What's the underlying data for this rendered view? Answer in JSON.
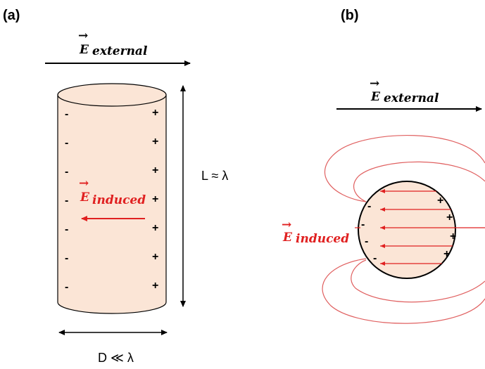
{
  "panel_a": {
    "label": "(a)",
    "external_field": {
      "vector_mark": "→",
      "symbol": "E",
      "subscript": "external"
    },
    "induced_field": {
      "vector_mark": "→",
      "symbol": "E",
      "subscript": "induced"
    },
    "length_label": "L ≈ λ",
    "diameter_label": "D ≪ λ",
    "negative_charge": "-",
    "positive_charge": "+"
  },
  "panel_b": {
    "label": "(b)",
    "external_field": {
      "vector_mark": "→",
      "symbol": "E",
      "subscript": "external"
    },
    "induced_field": {
      "vector_mark": "→",
      "symbol": "E",
      "subscript": "induced"
    },
    "negative_charge": "-",
    "positive_charge": "+"
  },
  "colors": {
    "body_fill": "#fbe5d6",
    "outline": "#000000",
    "induced": "#e02020",
    "field_lines": "#e06060"
  }
}
